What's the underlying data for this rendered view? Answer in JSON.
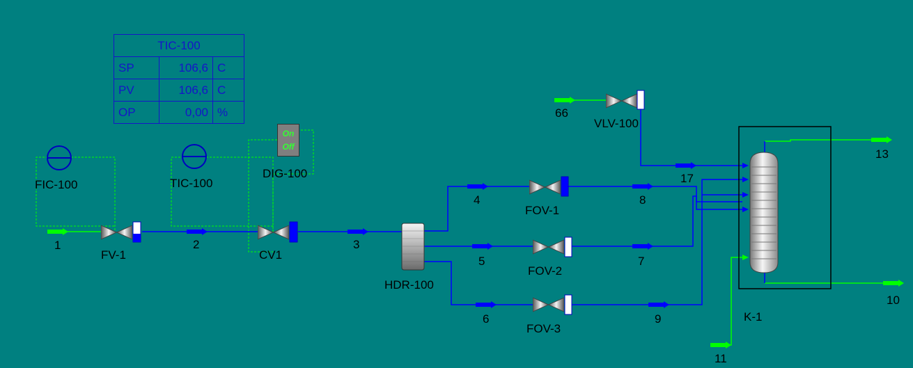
{
  "faceplate": {
    "title": "TIC-100",
    "rows": [
      {
        "label": "SP",
        "value": "106,6",
        "unit": "C"
      },
      {
        "label": "PV",
        "value": "106,6",
        "unit": "C"
      },
      {
        "label": "OP",
        "value": "0,00",
        "unit": "%"
      }
    ]
  },
  "digital": {
    "on_label": "On",
    "off_label": "Off",
    "name": "DIG-100"
  },
  "controllers": {
    "fic": "FIC-100",
    "tic": "TIC-100"
  },
  "valves": {
    "fv1": "FV-1",
    "cv1": "CV1",
    "fov1": "FOV-1",
    "fov2": "FOV-2",
    "fov3": "FOV-3",
    "vlv100": "VLV-100"
  },
  "units": {
    "header": "HDR-100",
    "column": "K-1"
  },
  "streams": {
    "s1": "1",
    "s2": "2",
    "s3": "3",
    "s4": "4",
    "s5": "5",
    "s6": "6",
    "s7": "7",
    "s8": "8",
    "s9": "9",
    "s10": "10",
    "s11": "11",
    "s13": "13",
    "s17": "17",
    "s66": "66"
  },
  "colors": {
    "background": "#008080",
    "material_stream": "#0000ff",
    "feed_stream": "#00ff00",
    "signal_line": "#00ff00",
    "faceplate_text": "#1515c8"
  }
}
